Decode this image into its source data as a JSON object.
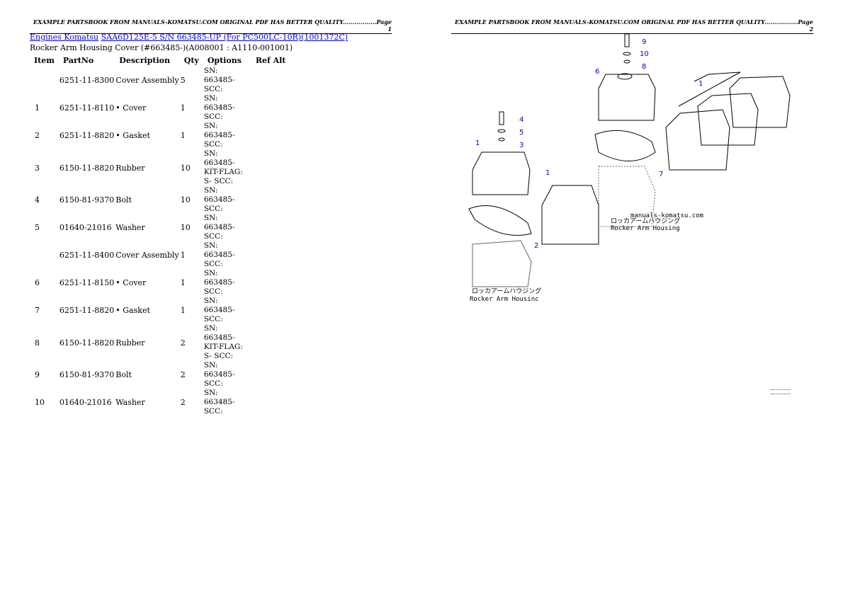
{
  "header": {
    "page1": "EXAMPLE PARTSBOOK FROM MANUALS-KOMATSU.COM ORIGINAL PDF HAS BETTER QUALITY.................Page 1",
    "page2": "EXAMPLE PARTSBOOK FROM MANUALS-KOMATSU.COM ORIGINAL PDF HAS BETTER QUALITY.................Page 2"
  },
  "breadcrumb": {
    "link1": "Engines Komatsu",
    "link2": "SAA6D125E-5 S/N 663485-UP (For PC500LC-10R)(1001372C)"
  },
  "subtitle": "Rocker Arm Housing Cover (#663485-)(A008001 : A1110-001001)",
  "table": {
    "headers": [
      "Item",
      "PartNo",
      "Description",
      "Qty",
      "Options",
      "Ref Alt"
    ],
    "rows": [
      {
        "item": "",
        "partno": "6251-11-8300",
        "desc": "Cover Assembly",
        "qty": "5",
        "opt": "SN: 663485- SCC:"
      },
      {
        "item": "1",
        "partno": "6251-11-8110",
        "desc": "• Cover",
        "qty": "1",
        "opt": "SN: 663485- SCC:"
      },
      {
        "item": "2",
        "partno": "6251-11-8820",
        "desc": "• Gasket",
        "qty": "1",
        "opt": "SN: 663485- SCC:"
      },
      {
        "item": "3",
        "partno": "6150-11-8820",
        "desc": "Rubber",
        "qty": "10",
        "opt": "SN: 663485- KIT-FLAG: S- SCC:"
      },
      {
        "item": "4",
        "partno": "6150-81-9370",
        "desc": "Bolt",
        "qty": "10",
        "opt": "SN: 663485- SCC:"
      },
      {
        "item": "5",
        "partno": "01640-21016",
        "desc": "Washer",
        "qty": "10",
        "opt": "SN: 663485- SCC:"
      },
      {
        "item": "",
        "partno": "6251-11-8400",
        "desc": "Cover Assembly",
        "qty": "1",
        "opt": "SN: 663485- SCC:"
      },
      {
        "item": "6",
        "partno": "6251-11-8150",
        "desc": "• Cover",
        "qty": "1",
        "opt": "SN: 663485- SCC:"
      },
      {
        "item": "7",
        "partno": "6251-11-8820",
        "desc": "• Gasket",
        "qty": "1",
        "opt": "SN: 663485- SCC:"
      },
      {
        "item": "8",
        "partno": "6150-11-8820",
        "desc": "Rubber",
        "qty": "2",
        "opt": "SN: 663485- KIT-FLAG: S- SCC:"
      },
      {
        "item": "9",
        "partno": "6150-81-9370",
        "desc": "Bolt",
        "qty": "2",
        "opt": "SN: 663485- SCC:"
      },
      {
        "item": "10",
        "partno": "01640-21016",
        "desc": "Washer",
        "qty": "2",
        "opt": "SN: 663485- SCC:"
      }
    ]
  },
  "diagram": {
    "callouts": [
      "9",
      "10",
      "8",
      "6",
      "1",
      "4",
      "5",
      "3",
      "1",
      "1",
      "7",
      "2"
    ],
    "watermark": "manuals-komatsu.com",
    "caption_jp": "ロッカアームハウジング",
    "caption1": "Rocker Arm Housing",
    "caption2": "Rocker Arm Housinc"
  },
  "colors": {
    "link": "#0000ee",
    "callout": "#0000cc"
  }
}
